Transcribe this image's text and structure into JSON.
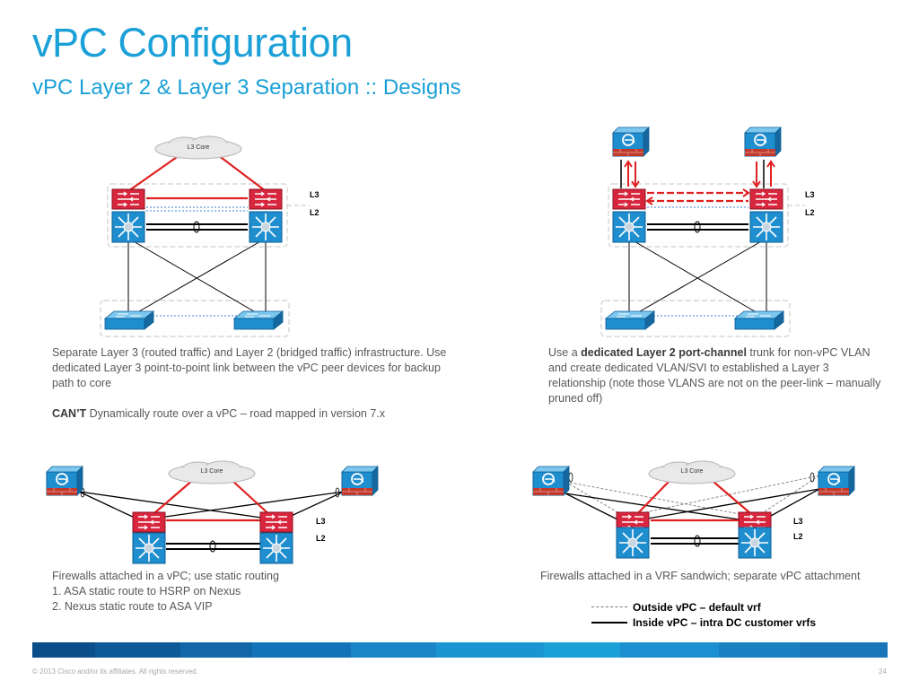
{
  "title": "vPC Configuration",
  "subtitle": "vPC Layer 2 & Layer 3 Separation :: Designs",
  "diagrams": {
    "core_label": "L3 Core",
    "l3_label": "L3",
    "l2_label": "L2"
  },
  "top_left": {
    "para1": "Separate Layer 3 (routed traffic) and Layer 2 (bridged traffic) infrastructure.  Use dedicated Layer 3 point-to-point link between the vPC peer devices for backup path to core",
    "para2_bold": "CAN’T",
    "para2_rest": " Dynamically route over a vPC – road mapped in version 7.x"
  },
  "top_right": {
    "pre": "Use a ",
    "bold": "dedicated Layer 2 port-channel",
    "post": " trunk for non-vPC VLAN and create dedicated VLAN/SVI to established a Layer 3 relationship (note those VLANS are not on the peer-link – manually pruned off)"
  },
  "bottom_left": {
    "line1": "Firewalls attached in a vPC; use static routing",
    "items": [
      "1.   ASA static route to HSRP on Nexus",
      "2.   Nexus static route to ASA VIP"
    ]
  },
  "bottom_right": {
    "line1": "Firewalls attached in a VRF sandwich; separate vPC attachment"
  },
  "legend": {
    "outside": "Outside vPC – default vrf",
    "inside": "Inside vPC – intra DC customer vrfs"
  },
  "footer": "© 2013 Cisco and/or its affiliates. All rights reserved.",
  "page_number": "24",
  "colors": {
    "accent": "#1ba0d7",
    "router_red": "#d7263d",
    "switch_blue": "#1f8ecf",
    "link_red": "#e02020"
  }
}
